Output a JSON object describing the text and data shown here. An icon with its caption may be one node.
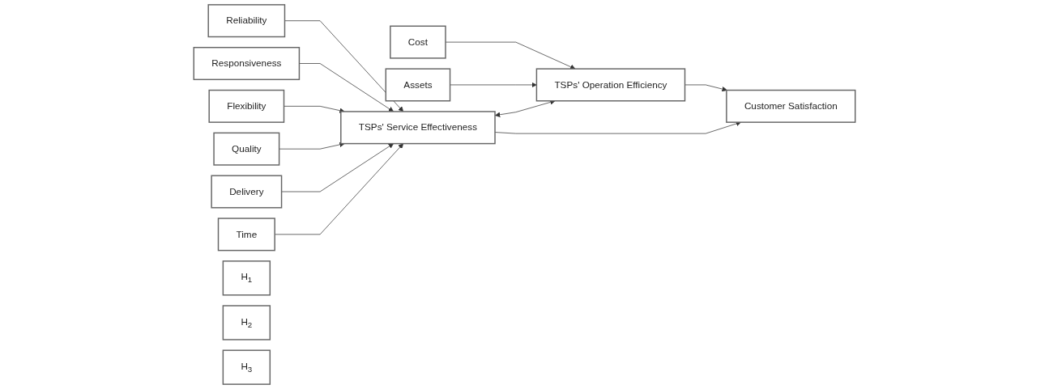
{
  "diagram": {
    "nodes": [
      {
        "text": [
          "Reliability"
        ]
      },
      {
        "text": [
          "Responsiveness"
        ]
      },
      {
        "text": [
          "Flexibility"
        ]
      },
      {
        "text": [
          "Quality"
        ]
      },
      {
        "text": [
          "Delivery"
        ]
      },
      {
        "text": [
          "Time"
        ]
      },
      {
        "text": [
          "Cost"
        ]
      },
      {
        "text": [
          "Assets"
        ]
      },
      {
        "text": [
          "TSPs' Service Effectiveness"
        ]
      },
      {
        "text": [
          "H$_{1}$"
        ]
      },
      {
        "text": [
          "TSPs' Operation Efficiency"
        ]
      },
      {
        "text": [
          "H$_{2}$"
        ]
      },
      {
        "text": [
          "H$_{3}$"
        ]
      },
      {
        "text": [
          "Customer Satisfaction"
        ]
      }
    ],
    "edges": [
      {
        "from": 0,
        "to": 8,
        "arrow": "to"
      },
      {
        "from": 1,
        "to": 8,
        "arrow": "to"
      },
      {
        "from": 2,
        "to": 8,
        "arrow": "to"
      },
      {
        "from": 3,
        "to": 8,
        "arrow": "to"
      },
      {
        "from": 4,
        "to": 8,
        "arrow": "to"
      },
      {
        "from": 5,
        "to": 8,
        "arrow": "to"
      },
      {
        "from": 6,
        "to": 10,
        "arrow": "to"
      },
      {
        "from": 7,
        "to": 10,
        "arrow": "to"
      },
      {
        "from": 8,
        "to": 10,
        "arrow": "both"
      },
      {
        "from": 8,
        "to": 13,
        "arrow": "to"
      },
      {
        "from": 10,
        "to": 13,
        "arrow": "to"
      }
    ]
  }
}
